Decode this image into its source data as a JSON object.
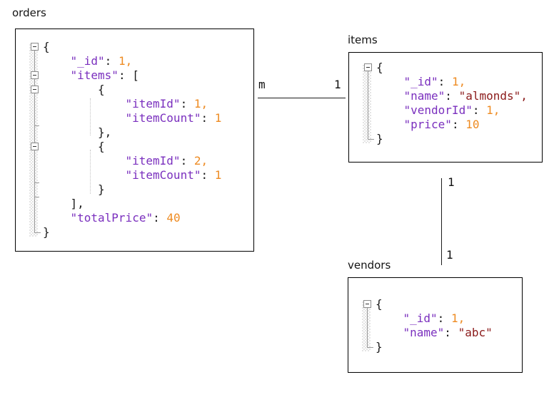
{
  "colors": {
    "key": "#7A2FBE",
    "num": "#EE8B22",
    "str": "#8B1A1A",
    "punct": "#1A1A1A",
    "box_border": "#000000",
    "title_text": "#141414",
    "connector": "#1C1C1C"
  },
  "connectors": {
    "orders_items": {
      "left_label": "m",
      "right_label": "1"
    },
    "items_vendors": {
      "top_label": "1",
      "bottom_label": "1"
    }
  },
  "panels": [
    {
      "id": "orders",
      "title": "orders",
      "lines": [
        {
          "indent": 0,
          "tokens": [
            [
              "punct",
              "{"
            ]
          ]
        },
        {
          "indent": 1,
          "tokens": [
            [
              "key",
              "\"_id\""
            ],
            [
              "punct",
              ": "
            ],
            [
              "num",
              "1,"
            ]
          ]
        },
        {
          "indent": 1,
          "tokens": [
            [
              "key",
              "\"items\""
            ],
            [
              "punct",
              ": ["
            ]
          ]
        },
        {
          "indent": 2,
          "tokens": [
            [
              "punct",
              "{"
            ]
          ]
        },
        {
          "indent": 3,
          "tokens": [
            [
              "key",
              "\"itemId\""
            ],
            [
              "punct",
              ": "
            ],
            [
              "num",
              "1,"
            ]
          ]
        },
        {
          "indent": 3,
          "tokens": [
            [
              "key",
              "\"itemCount\""
            ],
            [
              "punct",
              ": "
            ],
            [
              "num",
              "1"
            ]
          ]
        },
        {
          "indent": 2,
          "tokens": [
            [
              "punct",
              "},"
            ]
          ]
        },
        {
          "indent": 2,
          "tokens": [
            [
              "punct",
              "{"
            ]
          ]
        },
        {
          "indent": 3,
          "tokens": [
            [
              "key",
              "\"itemId\""
            ],
            [
              "punct",
              ": "
            ],
            [
              "num",
              "2,"
            ]
          ]
        },
        {
          "indent": 3,
          "tokens": [
            [
              "key",
              "\"itemCount\""
            ],
            [
              "punct",
              ": "
            ],
            [
              "num",
              "1"
            ]
          ]
        },
        {
          "indent": 2,
          "tokens": [
            [
              "punct",
              "}"
            ]
          ]
        },
        {
          "indent": 1,
          "tokens": [
            [
              "punct",
              "],"
            ]
          ]
        },
        {
          "indent": 1,
          "tokens": [
            [
              "key",
              "\"totalPrice\""
            ],
            [
              "punct",
              ": "
            ],
            [
              "num",
              "40"
            ]
          ]
        },
        {
          "indent": 0,
          "tokens": [
            [
              "punct",
              "}"
            ]
          ]
        }
      ]
    },
    {
      "id": "items",
      "title": "items",
      "lines": [
        {
          "indent": 0,
          "tokens": [
            [
              "punct",
              "{"
            ]
          ]
        },
        {
          "indent": 1,
          "tokens": [
            [
              "key",
              "\"_id\""
            ],
            [
              "punct",
              ": "
            ],
            [
              "num",
              "1,"
            ]
          ]
        },
        {
          "indent": 1,
          "tokens": [
            [
              "key",
              "\"name\""
            ],
            [
              "punct",
              ": "
            ],
            [
              "str",
              "\"almonds\","
            ]
          ]
        },
        {
          "indent": 1,
          "tokens": [
            [
              "key",
              "\"vendorId\""
            ],
            [
              "punct",
              ": "
            ],
            [
              "num",
              "1,"
            ]
          ]
        },
        {
          "indent": 1,
          "tokens": [
            [
              "key",
              "\"price\""
            ],
            [
              "punct",
              ": "
            ],
            [
              "num",
              "10"
            ]
          ]
        },
        {
          "indent": 0,
          "tokens": [
            [
              "punct",
              "}"
            ]
          ]
        }
      ]
    },
    {
      "id": "vendors",
      "title": "vendors",
      "lines": [
        {
          "indent": 0,
          "tokens": [
            [
              "punct",
              "{"
            ]
          ]
        },
        {
          "indent": 1,
          "tokens": [
            [
              "key",
              "\"_id\""
            ],
            [
              "punct",
              ": "
            ],
            [
              "num",
              "1,"
            ]
          ]
        },
        {
          "indent": 1,
          "tokens": [
            [
              "key",
              "\"name\""
            ],
            [
              "punct",
              ": "
            ],
            [
              "str",
              "\"abc\""
            ]
          ]
        },
        {
          "indent": 0,
          "tokens": [
            [
              "punct",
              "}"
            ]
          ]
        }
      ]
    }
  ]
}
